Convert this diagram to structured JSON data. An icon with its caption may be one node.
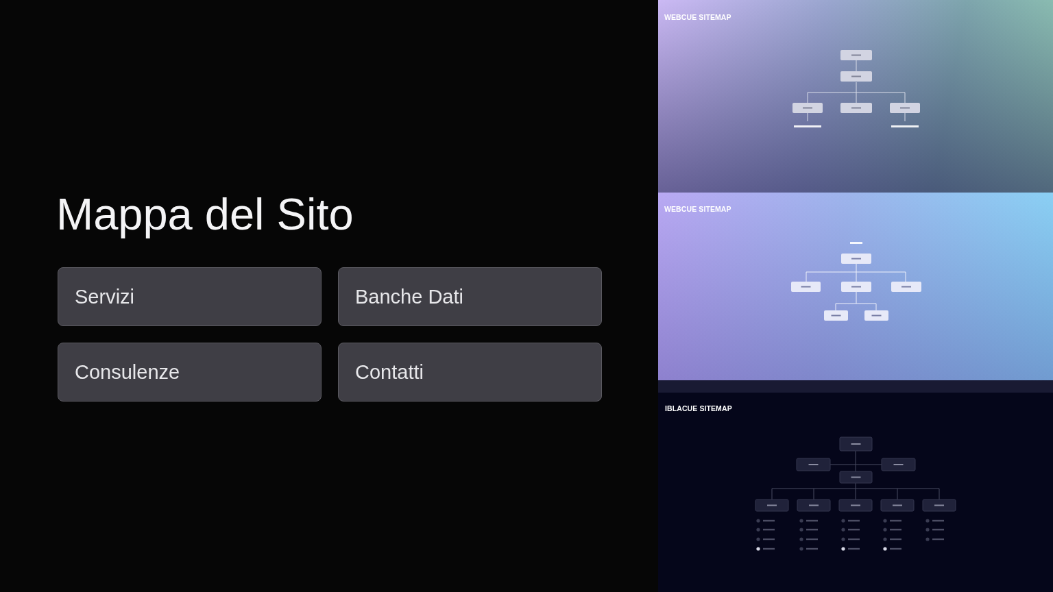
{
  "diagram": {
    "title": "Mappa del Sito",
    "nodes": [
      {
        "text": [
          "Servizi"
        ]
      },
      {
        "text": [
          "Banche Dati"
        ]
      },
      {
        "text": [
          "Consulenze"
        ]
      },
      {
        "text": [
          "Contatti"
        ]
      }
    ],
    "labels": [
      "WEBCUE SITEMAP",
      "WEBCUE SITEMAP",
      "IBLACUE SITEMAP"
    ]
  }
}
